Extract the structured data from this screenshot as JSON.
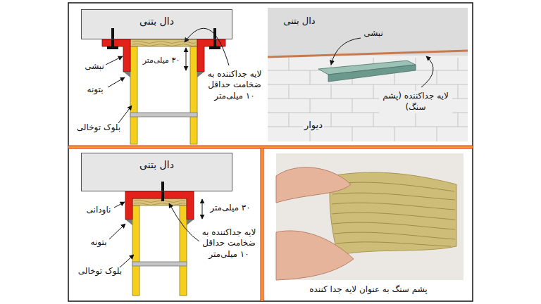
{
  "diagram": {
    "nodes": [
      {
        "text": [
          "دال بتنی"
        ]
      },
      {
        "text": [
          "دال بتنی"
        ]
      }
    ],
    "labels": [
      "نبشی",
      "۳۰ میلی‌متر",
      "بتونه",
      "بلوک توخالی",
      "لایه جداکننده به ضخامت حداقل ۱۰ میلی‌متر",
      "دال بتنی",
      "نبشی",
      "لایه جداکننده (پشم سنگ)",
      "دیوار",
      "ناودانی",
      "بتونه",
      "بلوک توخالی",
      "۳۰ میلی‌متر",
      "لایه جداکننده به ضخامت حداقل ۱۰ میلی‌متر",
      "پشم سنگ به عنوان لایه جدا کننده"
    ]
  }
}
